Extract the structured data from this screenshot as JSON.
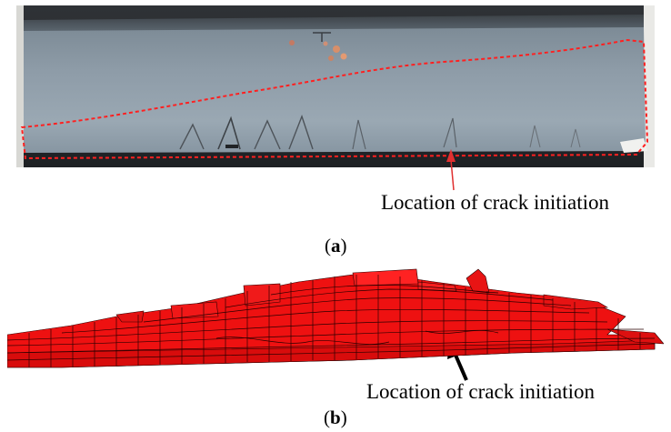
{
  "figure": {
    "panel_a": {
      "annotation": "Location of crack initiation",
      "caption_open": "(",
      "caption_letter": "a",
      "caption_close": ")"
    },
    "panel_b": {
      "annotation": "Location of crack initiation",
      "caption_open": "(",
      "caption_letter": "b",
      "caption_close": ")"
    },
    "colors": {
      "dashed_outline": "#ff2020",
      "arrow_a": "#e03030",
      "arrow_b": "#000000",
      "mesh_fill": "#ee1111",
      "mesh_line": "#2a0000",
      "specimen_gray": "#8b9aa6"
    }
  }
}
